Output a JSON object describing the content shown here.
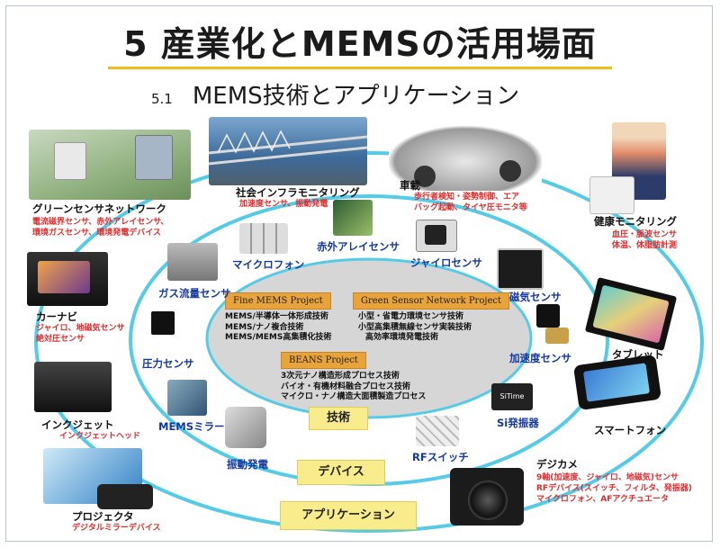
{
  "title": "5 産業化とMEMSの活用場面",
  "subtitle_num": "5.1",
  "subtitle": "MEMS技術とアプリケーション",
  "projects": [
    {
      "name": "Fine MEMS Project",
      "lines": [
        "MEMS/半導体一体形成技術",
        "MEMS/ナノ複合技術",
        "MEMS/MEMS高集積化技術"
      ]
    },
    {
      "name": "Green Sensor Network Project",
      "lines": [
        "小型・省電力環境センサ技術",
        "小型高集積無線センサ実装技術",
        "高効率環境発電技術"
      ]
    },
    {
      "name": "BEANS Project",
      "lines": [
        "3次元ナノ構造形成プロセス技術",
        "バイオ・有機材料融合プロセス技術",
        "マイクロ・ナノ構造大面積製造プロセス"
      ]
    }
  ],
  "bands": {
    "tech": "技術",
    "device": "デバイス",
    "application": "アプリケーション"
  },
  "apps": {
    "green": {
      "label": "グリーンセンサネットワーク",
      "desc": [
        "電流磁界センサ、赤外アレイセンサ、",
        "環境ガスセンサ、環境発電デバイス"
      ]
    },
    "infra": {
      "label": "社会インフラモニタリング",
      "desc": [
        "加速度センサ、振動発電"
      ]
    },
    "car": {
      "label": "車載",
      "desc": [
        "歩行者検知・姿勢制御、エア",
        "バッグ起動、タイヤ圧モニタ等"
      ]
    },
    "health": {
      "label": "健康モニタリング",
      "desc": [
        "血圧・脈波センサ",
        "体温、体脂肪計測"
      ]
    },
    "navi": {
      "label": "カーナビ",
      "desc": [
        "ジャイロ、地磁気センサ",
        "絶対圧センサ"
      ]
    },
    "tablet": {
      "label": "タブレット"
    },
    "inkjet": {
      "label": "インクジェット",
      "desc": [
        "インクジェットヘッド"
      ]
    },
    "smartphone": {
      "label": "スマートフォン"
    },
    "projector": {
      "label": "プロジェクタ",
      "desc": [
        "デジタルミラーデバイス"
      ]
    },
    "camera": {
      "label": "デジカメ",
      "desc": [
        "9軸(加速度、ジャイロ、地磁気)センサ",
        "RFデバイス(スイッチ、フィルタ、発振器)",
        "マイクロフォン、AFアクチュエータ"
      ]
    }
  },
  "devices": {
    "microphone": "マイクロフォン",
    "ir_array": "赤外アレイセンサ",
    "gyro": "ジャイロセンサ",
    "gas_flow": "ガス流量センサ",
    "magnetic": "磁気センサ",
    "pressure": "圧力センサ",
    "accel": "加速度センサ",
    "mems_mirror": "MEMSミラー",
    "vib_power": "振動発電",
    "rf_switch": "RFスイッチ",
    "si_osc": "Si発振器",
    "chip_label": "SiTime"
  },
  "colors": {
    "ring": "#55cbe8",
    "project_head": "#e8a33a",
    "band": "#f8ec8c",
    "device_text": "#1438a0",
    "desc_text": "#e02b2b",
    "title_rule": "#e9c21b"
  }
}
